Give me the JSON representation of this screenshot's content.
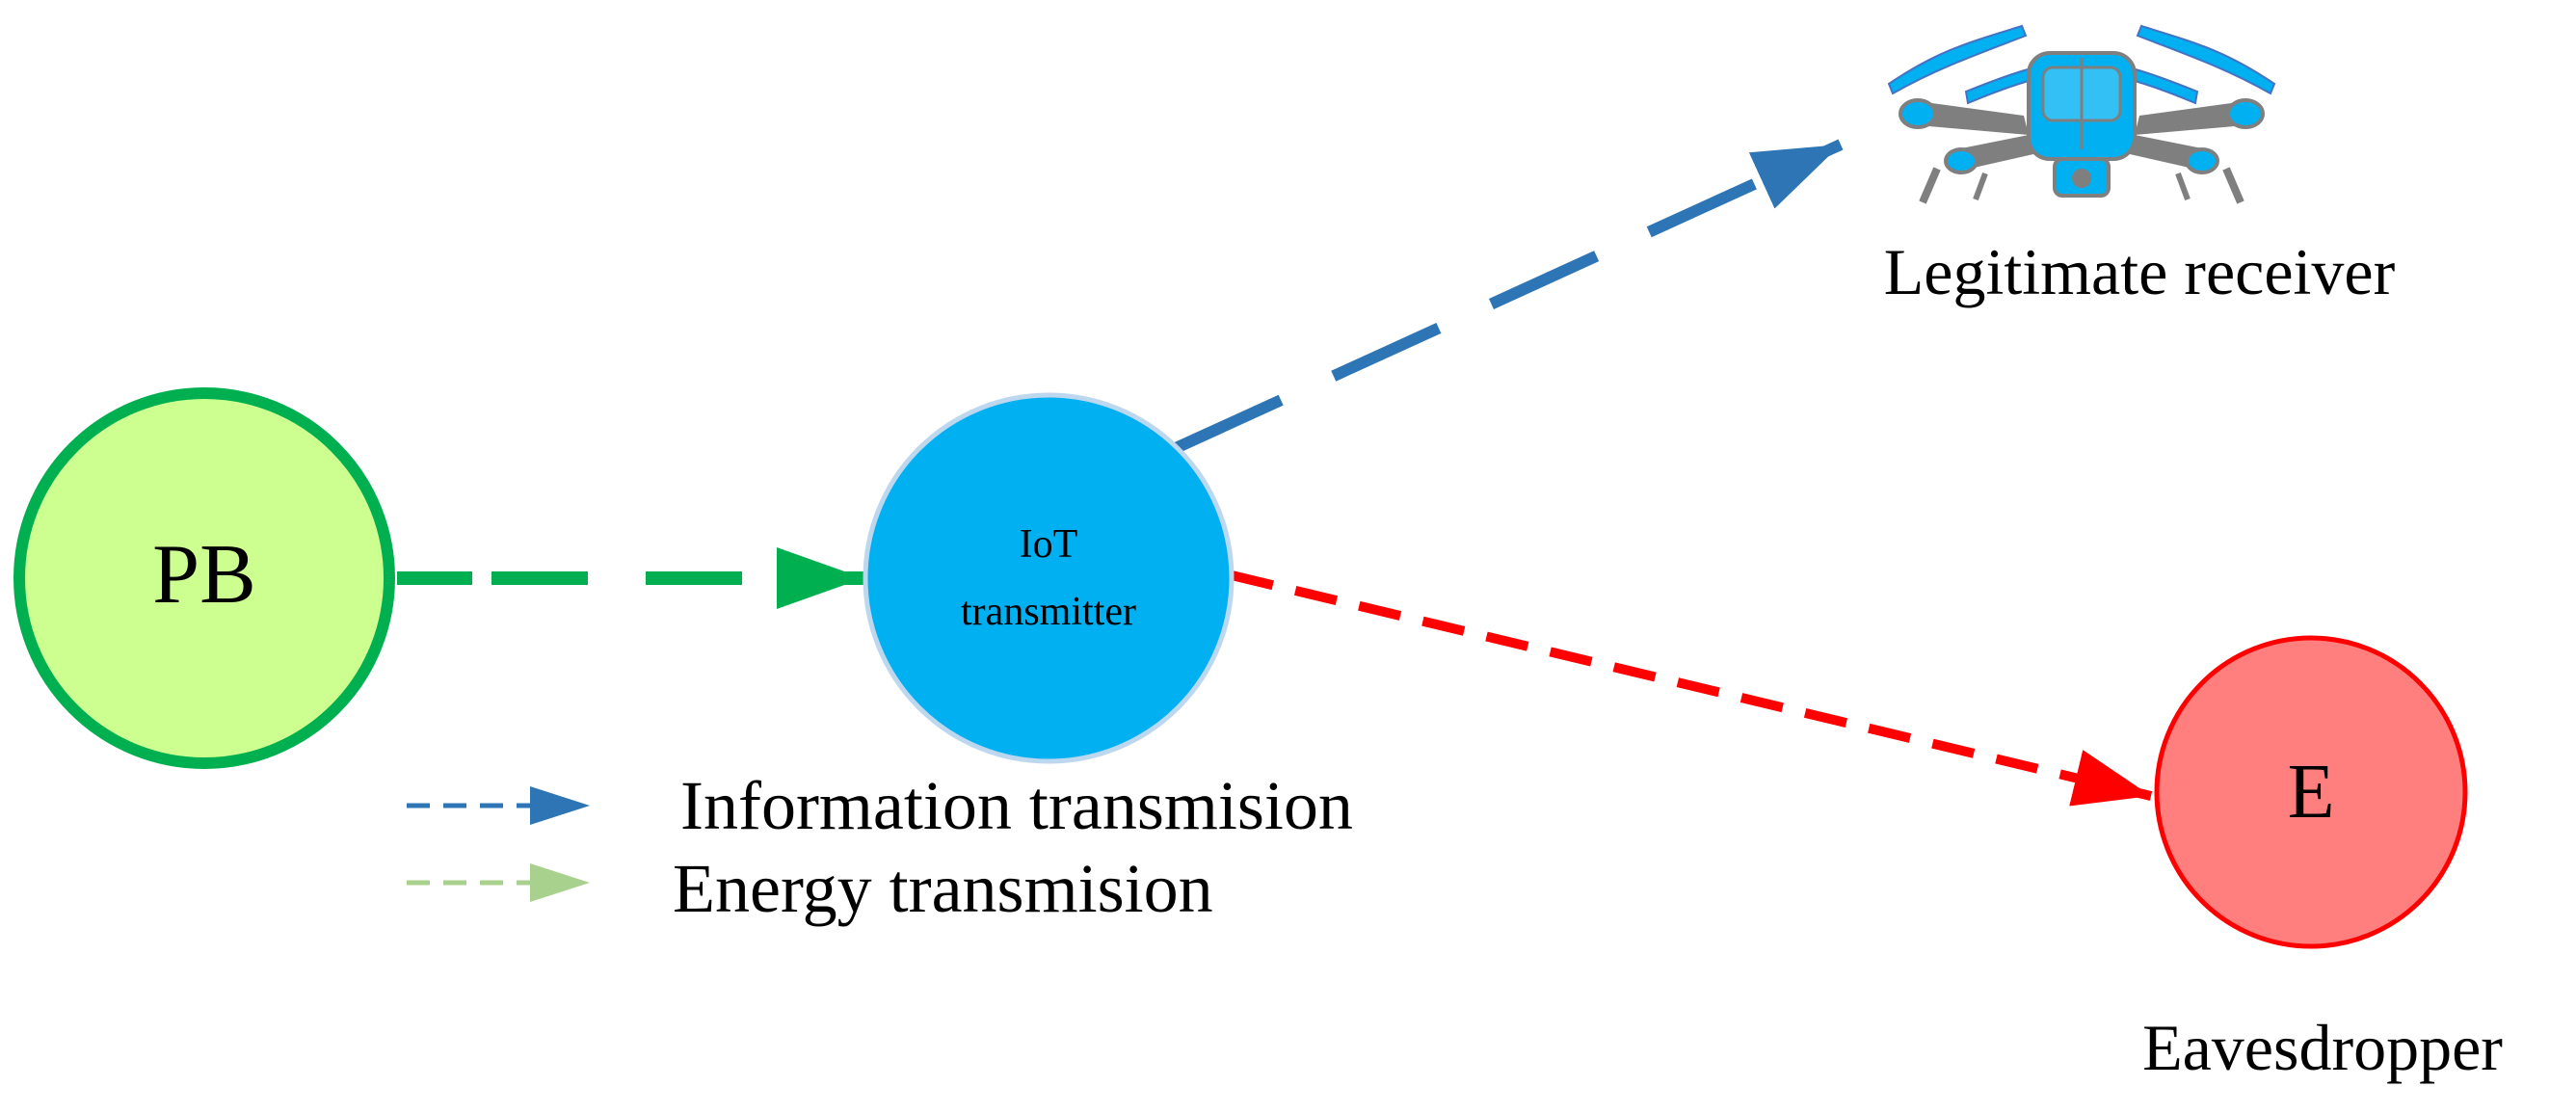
{
  "nodes": {
    "pb": {
      "label": "PB",
      "fill": "#ccff90",
      "stroke": "#00b050"
    },
    "iot": {
      "label_line1": "IoT",
      "label_line2": "transmitter",
      "fill": "#00b0f0",
      "stroke": "#bdd7ee"
    },
    "eavesdropper": {
      "label": "E",
      "caption": "Eavesdropper",
      "fill": "#ff7f7f",
      "stroke": "#ff0000"
    },
    "receiver": {
      "caption": "Legitimate receiver",
      "icon": "drone-icon"
    }
  },
  "links": {
    "energy": {
      "color": "#00b050"
    },
    "information": {
      "color": "#2e75b6"
    },
    "eavesdrop": {
      "color": "#ff0000"
    }
  },
  "legend": {
    "information": {
      "label": "Information transmision",
      "color": "#2e75b6"
    },
    "energy": {
      "label": "Energy transmision",
      "color": "#a9d18e"
    }
  }
}
